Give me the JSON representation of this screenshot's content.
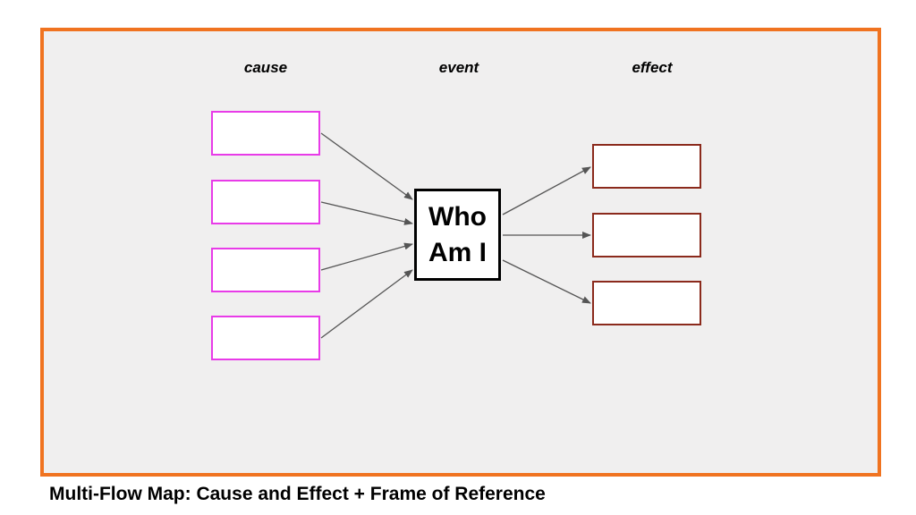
{
  "columns": {
    "cause": "cause",
    "event": "event",
    "effect": "effect"
  },
  "event": {
    "label": "Who\nAm I"
  },
  "caption": "Multi-Flow Map:  Cause and Effect + Frame of Reference",
  "colors": {
    "frame_border": "#f07320",
    "frame_fill": "#f0efef",
    "cause_border": "#e83be8",
    "effect_border": "#8b2a1c",
    "arrow": "#555555"
  },
  "cause_boxes": 4,
  "effect_boxes": 3
}
